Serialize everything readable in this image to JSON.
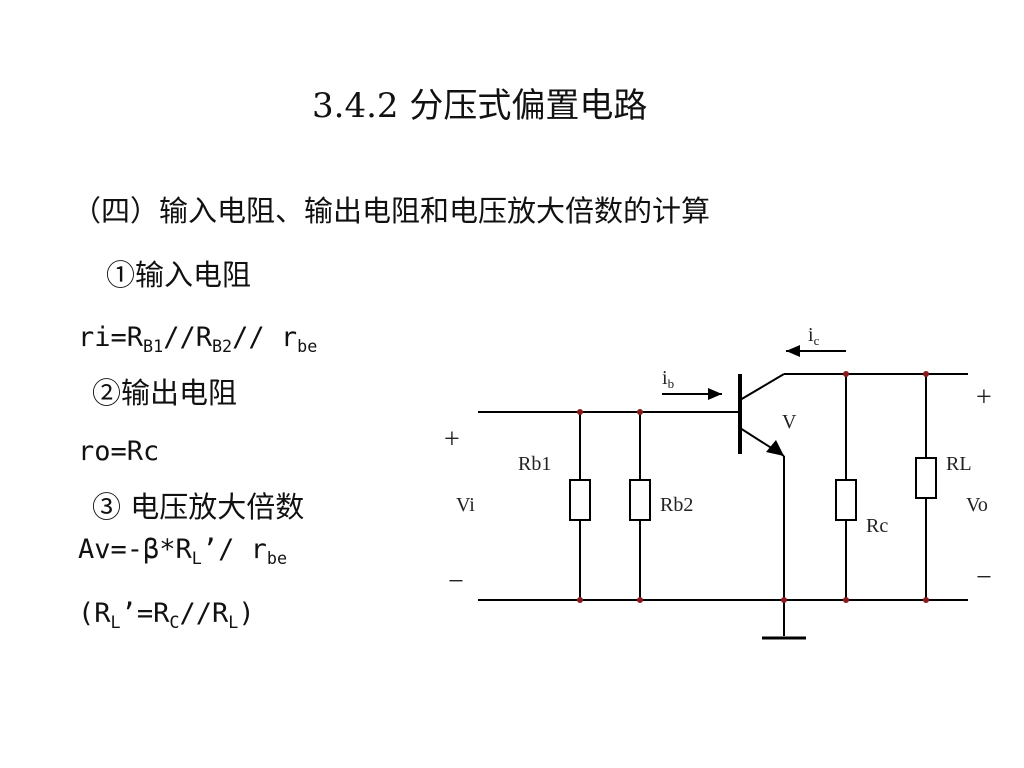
{
  "title": "3.4.2 分压式偏置电路",
  "section": "（四）输入电阻、输出电阻和电压放大倍数的计算",
  "items": [
    {
      "label": "①输入电阻"
    },
    {
      "label": "②输出电阻"
    },
    {
      "label": "③ 电压放大倍数"
    }
  ],
  "formulas": {
    "ri": {
      "a": "ri=R",
      "s1": "B1",
      "b": "//R",
      "s2": "B2",
      "c": "// r",
      "s3": "be"
    },
    "ro": {
      "a": "ro=Rc"
    },
    "av": {
      "a": "Av=-β*R",
      "s1": "L",
      "b": "’/ r",
      "s2": "be"
    },
    "rl": {
      "a": "(R",
      "s1": "L",
      "b": "’=R",
      "s2": "C",
      "c": "//R",
      "s3": "L",
      "d": ")"
    }
  },
  "circuit": {
    "labels": {
      "plus_in": "+",
      "minus_in": "−",
      "vi": "Vi",
      "rb1": "Rb1",
      "rb2": "Rb2",
      "v": "V",
      "rc": "Rc",
      "rl": "RL",
      "plus_out": "+",
      "minus_out": "−",
      "vo": "Vo",
      "ib": "i",
      "ib_sub": "b",
      "ic": "i",
      "ic_sub": "c"
    },
    "wire_color": "#000000",
    "node_color": "#8b1a1a"
  }
}
